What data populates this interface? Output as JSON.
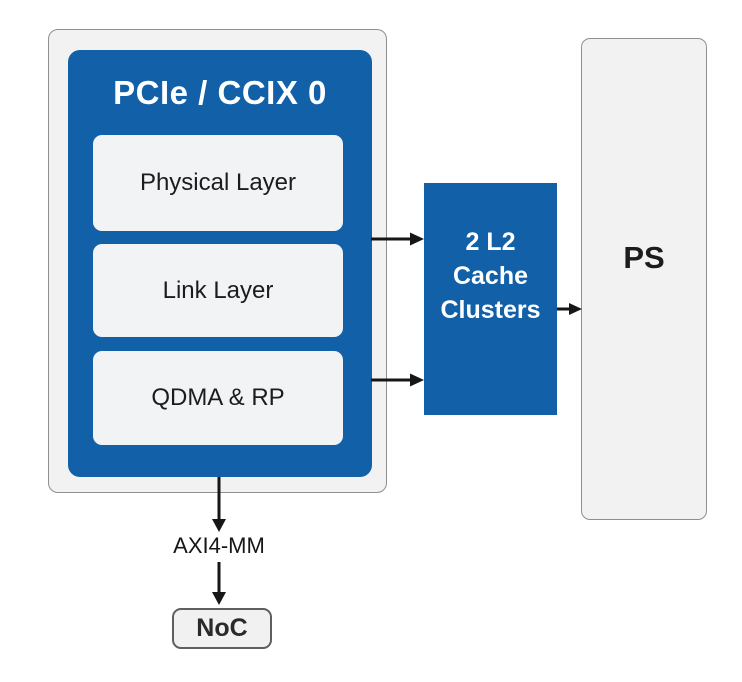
{
  "colors": {
    "blue": "#1160a8",
    "panel": "#f2f2f2",
    "panel_border": "#8f8f8f",
    "noc_border": "#5f5f5f",
    "text_dark": "#1c1c1e",
    "text_light": "#ffffff",
    "arrow": "#161616"
  },
  "pcie_block": {
    "title": "PCIe / CCIX 0",
    "layers": [
      {
        "label": "Physical Layer"
      },
      {
        "label": "Link Layer"
      },
      {
        "label": "QDMA & RP"
      }
    ]
  },
  "l2_block": {
    "lines": [
      "2 L2",
      "Cache",
      "Clusters"
    ]
  },
  "ps_block": {
    "label": "PS"
  },
  "bus_label": "AXI4-MM",
  "noc_block": {
    "label": "NoC"
  }
}
